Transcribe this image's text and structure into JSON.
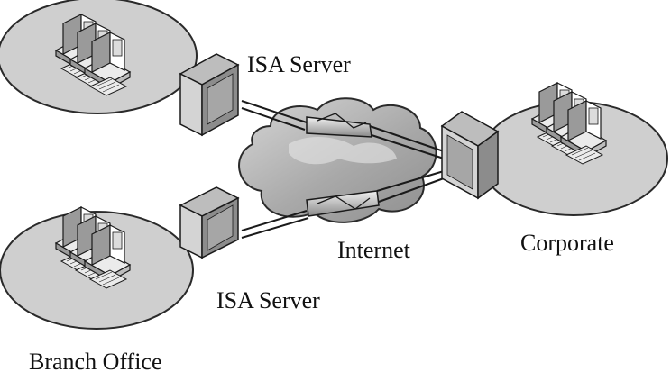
{
  "labels": {
    "isa_server_top": "ISA Server",
    "isa_server_bottom": "ISA Server",
    "internet": "Internet",
    "corporate": "Corporate",
    "branch_office": "Branch Office"
  },
  "colors": {
    "site_fill": "#cfcfcf",
    "site_stroke": "#2a2a2a",
    "cloud_fill": "#a9a9a9",
    "cloud_highlight": "#d6d6d6",
    "server_front": "#d4d4d4",
    "server_side": "#8c8c8c",
    "server_face": "#9a9a9a",
    "pc_fill": "#ebebeb",
    "line_stroke": "#1a1a1a"
  },
  "icons": {
    "site": "network-site-ellipse",
    "computer": "desktop-computer-icon",
    "firewall": "isa-server-firewall-icon",
    "cloud": "internet-cloud-icon",
    "tunnel": "vpn-tunnel-pipe-icon"
  }
}
